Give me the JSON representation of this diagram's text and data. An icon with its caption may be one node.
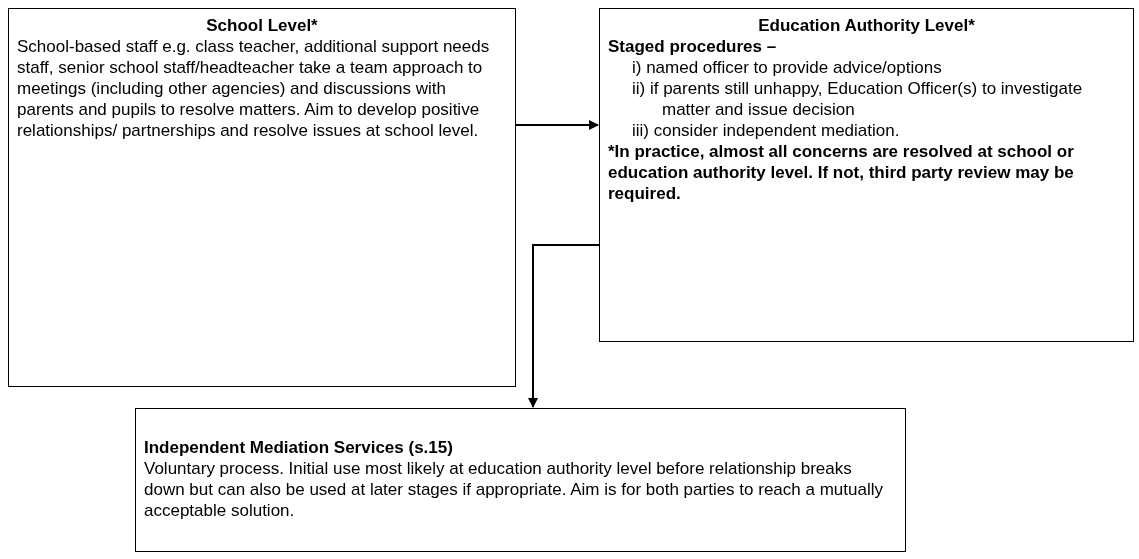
{
  "diagram": {
    "nodes": [
      {
        "text": [
          "School Level*",
          "School-based staff e.g. class teacher, additional support needs staff, senior school staff/headteacher take a team approach to meetings (including other agencies) and discussions with parents and pupils to resolve matters. Aim to develop positive relationships/ partnerships and resolve issues at school level."
        ]
      },
      {
        "text": [
          "Education Authority Level*",
          "Staged procedures –",
          "i) named officer to provide advice/options",
          "ii) if parents still unhappy, Education Officer(s) to investigate matter and issue decision",
          "iii) consider independent mediation.",
          "*In practice, almost all concerns are resolved at school or education authority level. If not, third party review may be required."
        ]
      },
      {
        "text": [
          "Independent Mediation Services (s.15)",
          "Voluntary process. Initial use most likely at education authority level before relationship breaks down but can also be used at later stages if appropriate. Aim is for both parties to reach a mutually acceptable solution."
        ]
      }
    ],
    "edges": [
      {
        "from": 0,
        "to": 1,
        "arrow": "to"
      },
      {
        "from": 1,
        "to": 2,
        "arrow": "to"
      }
    ]
  }
}
